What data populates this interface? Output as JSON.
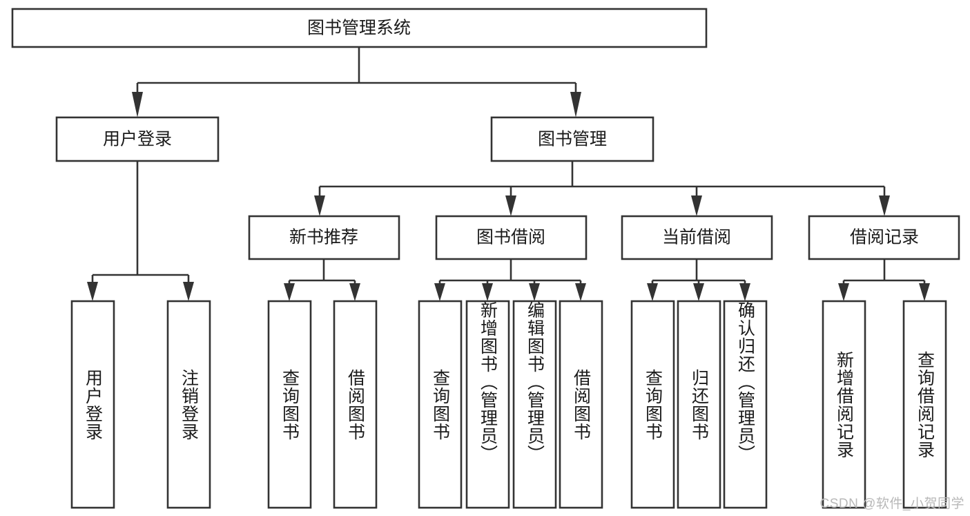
{
  "diagram": {
    "title": "图书管理系统",
    "type": "hierarchy-tree",
    "root": {
      "id": "root",
      "label": "图书管理系统"
    },
    "level2": [
      {
        "id": "user-login",
        "label": "用户登录"
      },
      {
        "id": "book-management",
        "label": "图书管理"
      }
    ],
    "level3": [
      {
        "id": "new-book-recommend",
        "label": "新书推荐",
        "parent": "book-management"
      },
      {
        "id": "book-borrow",
        "label": "图书借阅",
        "parent": "book-management"
      },
      {
        "id": "current-borrow",
        "label": "当前借阅",
        "parent": "book-management"
      },
      {
        "id": "borrow-record",
        "label": "借阅记录",
        "parent": "book-management"
      }
    ],
    "leaves": [
      {
        "id": "leaf-user-login",
        "label": "用户登录",
        "parent": "user-login"
      },
      {
        "id": "leaf-logout-login",
        "label": "注销登录",
        "parent": "user-login"
      },
      {
        "id": "leaf-query-book-1",
        "label": "查询图书",
        "parent": "new-book-recommend"
      },
      {
        "id": "leaf-borrow-book-1",
        "label": "借阅图书",
        "parent": "new-book-recommend"
      },
      {
        "id": "leaf-query-book-2",
        "label": "查询图书",
        "parent": "book-borrow"
      },
      {
        "id": "leaf-add-book",
        "label": "新增图书（管理员）",
        "parent": "book-borrow"
      },
      {
        "id": "leaf-edit-book",
        "label": "编辑图书（管理员）",
        "parent": "book-borrow"
      },
      {
        "id": "leaf-borrow-book-2",
        "label": "借阅图书",
        "parent": "book-borrow"
      },
      {
        "id": "leaf-query-book-3",
        "label": "查询图书",
        "parent": "current-borrow"
      },
      {
        "id": "leaf-return-book",
        "label": "归还图书",
        "parent": "current-borrow"
      },
      {
        "id": "leaf-confirm-return",
        "label": "确认归还（管理员）",
        "parent": "current-borrow"
      },
      {
        "id": "leaf-add-record",
        "label": "新增借阅记录",
        "parent": "borrow-record"
      },
      {
        "id": "leaf-query-record",
        "label": "查询借阅记录",
        "parent": "borrow-record"
      }
    ],
    "watermark": "CSDN @软件_小贺同学",
    "colors": {
      "stroke": "#333333",
      "fill": "#ffffff",
      "text": "#1a1a1a",
      "watermark": "#b8b8b8"
    }
  }
}
